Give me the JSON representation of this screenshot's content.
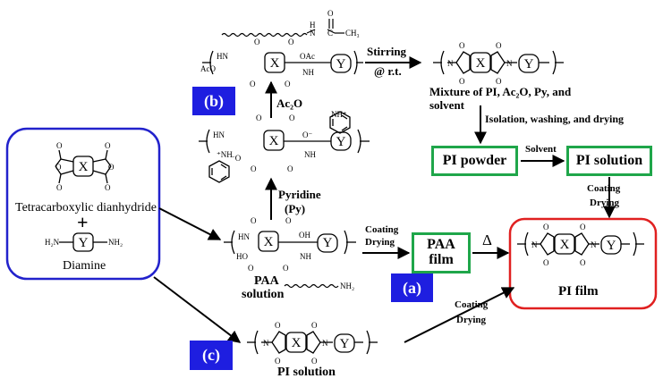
{
  "monomers": {
    "dianhydride_label": "Tetracarboxylic dianhydride",
    "plus": "+",
    "diamine_label": "Diamine",
    "core_x": "X",
    "core_y": "Y",
    "nh2": "NH₂",
    "h2n": "H₂N"
  },
  "tags": {
    "a": "(a)",
    "b": "(b)",
    "c": "(c)"
  },
  "steps": {
    "paa_solution": "PAA solution",
    "paa_solution_line1": "PAA",
    "paa_solution_line2": "solution",
    "pyridine_line1": "Pyridine",
    "pyridine_line2": "(Py)",
    "ac2o": "Ac₂O",
    "stirring_line1": "Stirring",
    "stirring_line2": "@ r.t.",
    "mixture_line1": "Mixture of PI, Ac₂O, Py, and",
    "mixture_line2": "solvent",
    "isolation": "Isolation, washing, and drying",
    "pi_powder": "PI powder",
    "solvent": "Solvent",
    "pi_solution_box": "PI solution",
    "coating": "Coating",
    "drying": "Drying",
    "paa_film_line1": "PAA",
    "paa_film_line2": "film",
    "delta": "Δ",
    "pi_film": "PI film",
    "pi_solution_bottom": "PI solution"
  },
  "atoms": {
    "O": "O",
    "OH": "OH",
    "HO": "HO",
    "HN": "HN",
    "NH": "NH",
    "N": "N",
    "H": "H",
    "OAc": "OAc",
    "AcO": "AcO",
    "C": "C",
    "CH3": "CH₃",
    "O_minus": "O⁻",
    "NH_plus": "NH⁺",
    "plus_NH": "⁺NH",
    "minus_O": "⁻O"
  },
  "colors": {
    "blue_box": "#2222cc",
    "green_box": "#1fa64a",
    "red_box": "#e02020",
    "tag_bg": "#1e1ee0"
  }
}
